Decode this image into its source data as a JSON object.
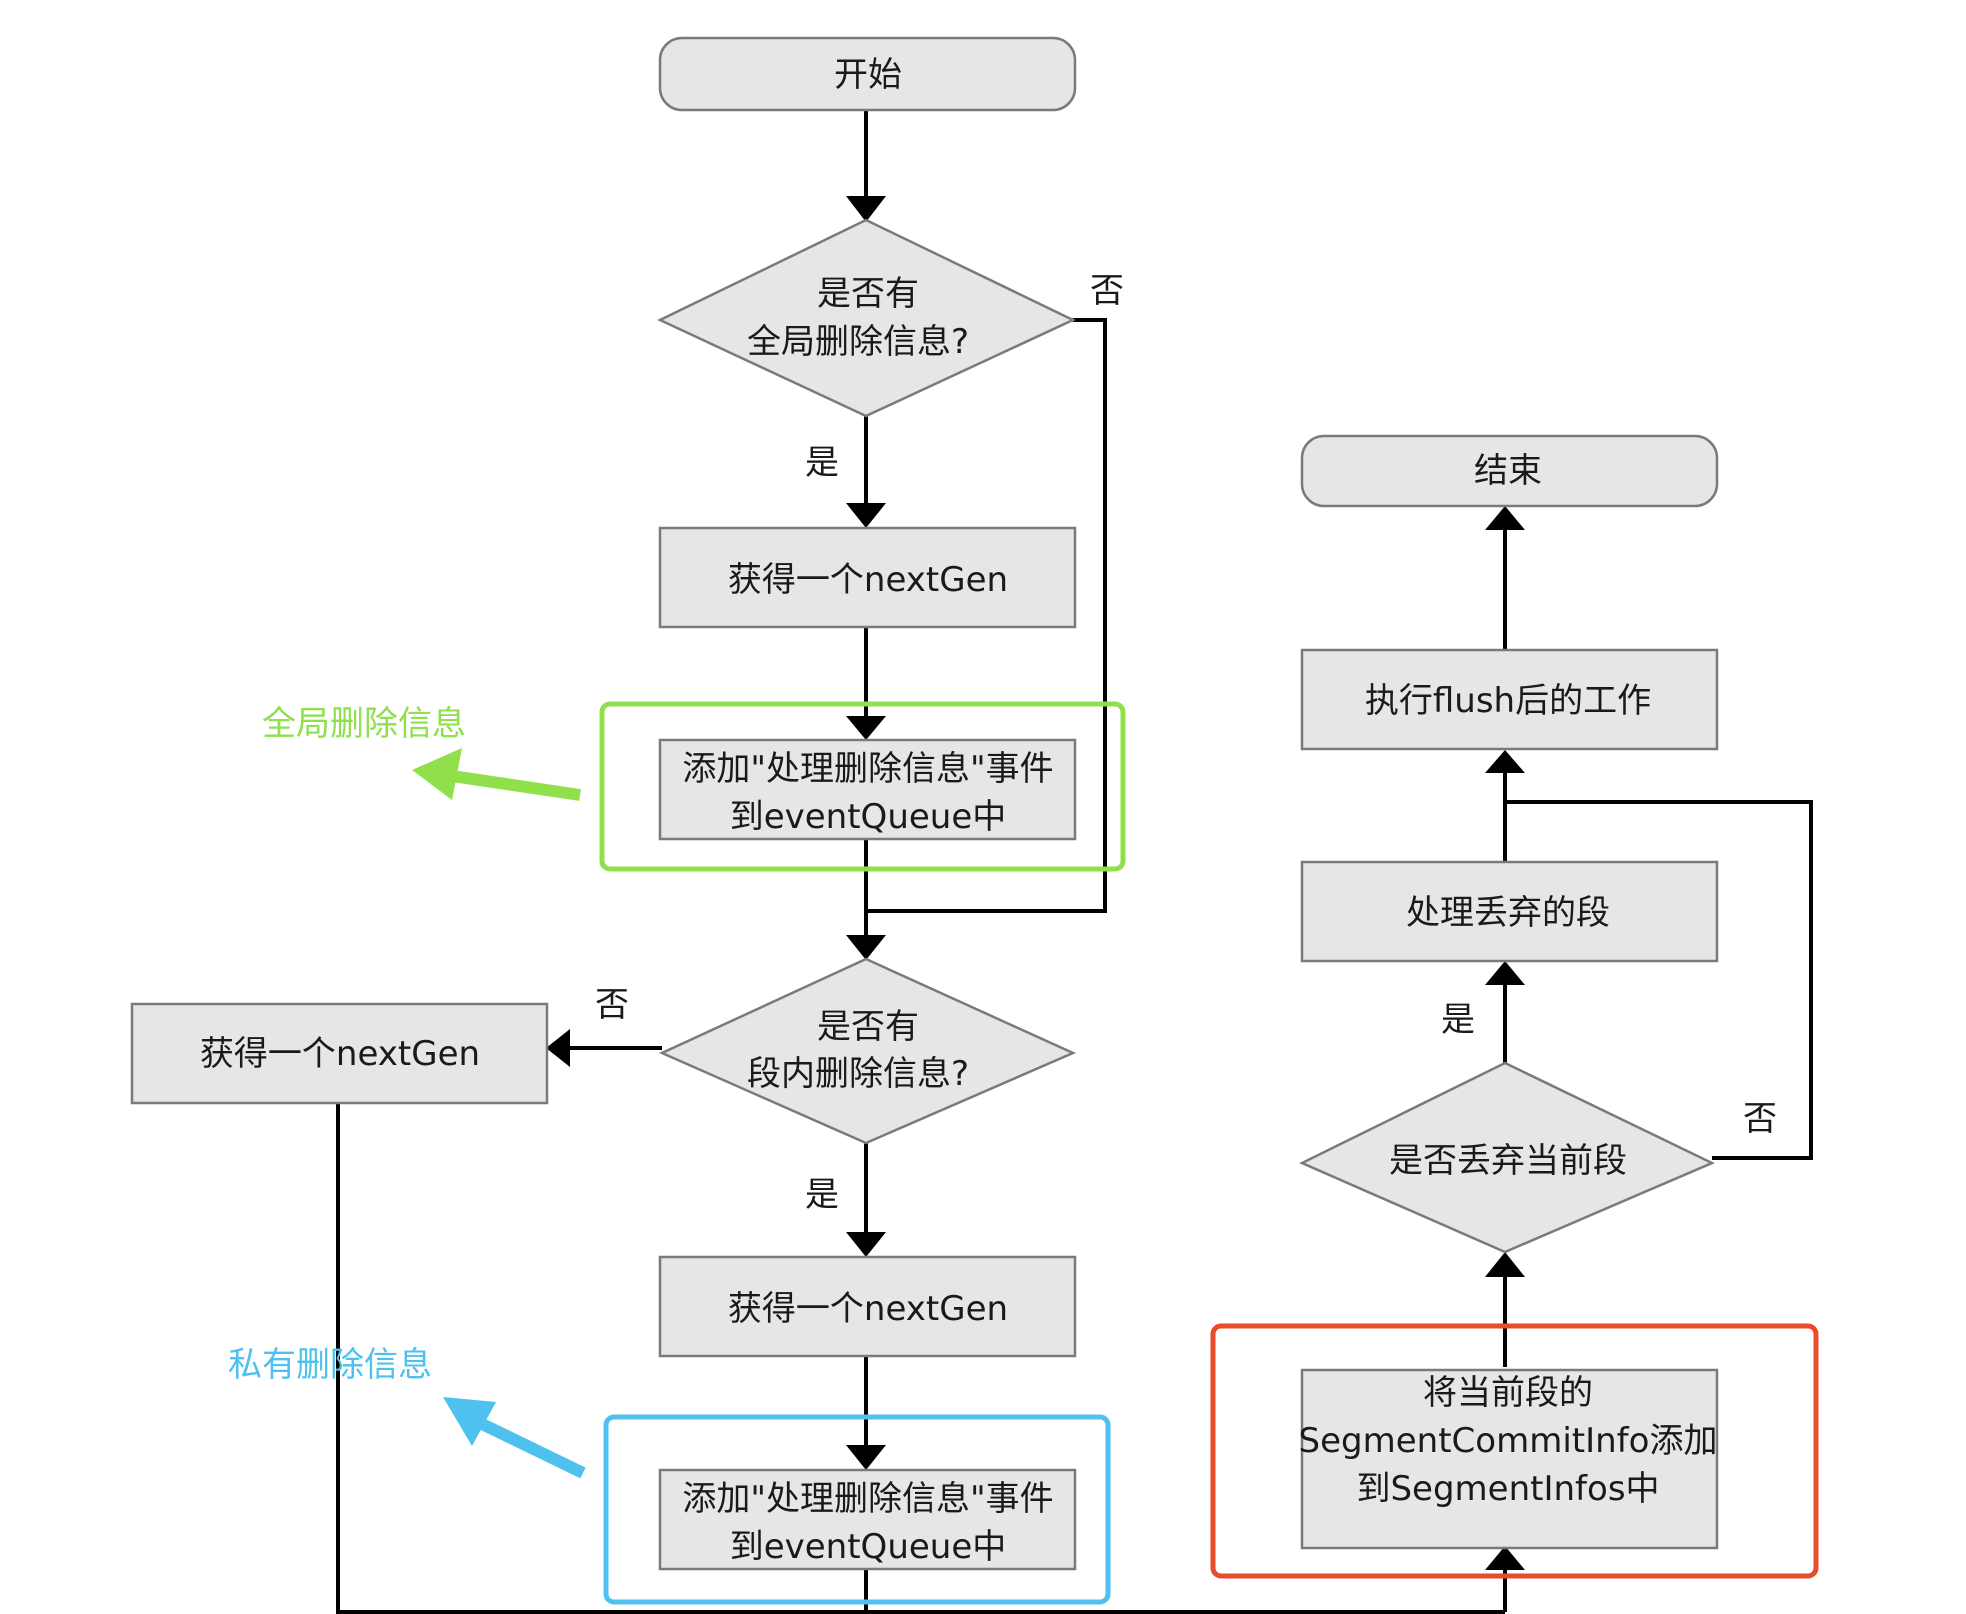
{
  "nodes": {
    "start": "开始",
    "end": "结束",
    "q_global": [
      "是否有",
      "全局删除信息?"
    ],
    "get_gen_1": "获得一个nextGen",
    "add_event_1": [
      "添加\"处理删除信息\"事件",
      "到eventQueue中"
    ],
    "q_segment": [
      "是否有",
      "段内删除信息?"
    ],
    "get_gen_left": "获得一个nextGen",
    "get_gen_2": "获得一个nextGen",
    "add_event_2": [
      "添加\"处理删除信息\"事件",
      "到eventQueue中"
    ],
    "add_commit": [
      "将当前段的",
      "SegmentCommitInfo添加",
      "到SegmentInfos中"
    ],
    "q_drop": "是否丢弃当前段",
    "handle_drop": "处理丢弃的段",
    "post_flush": "执行flush后的工作"
  },
  "edge_labels": {
    "global_no": "否",
    "global_yes": "是",
    "segment_no": "否",
    "segment_yes": "是",
    "drop_yes": "是",
    "drop_no": "否"
  },
  "annotations": {
    "global_delete": {
      "text": "全局删除信息",
      "color": "#8fe04a"
    },
    "private_delete": {
      "text": "私有删除信息",
      "color": "#4fc1ef"
    },
    "commit_highlight_color": "#ea4b2a"
  },
  "colors": {
    "node_fill": "#e6e6e6",
    "node_stroke": "#7a7a7a",
    "line": "#000000"
  }
}
